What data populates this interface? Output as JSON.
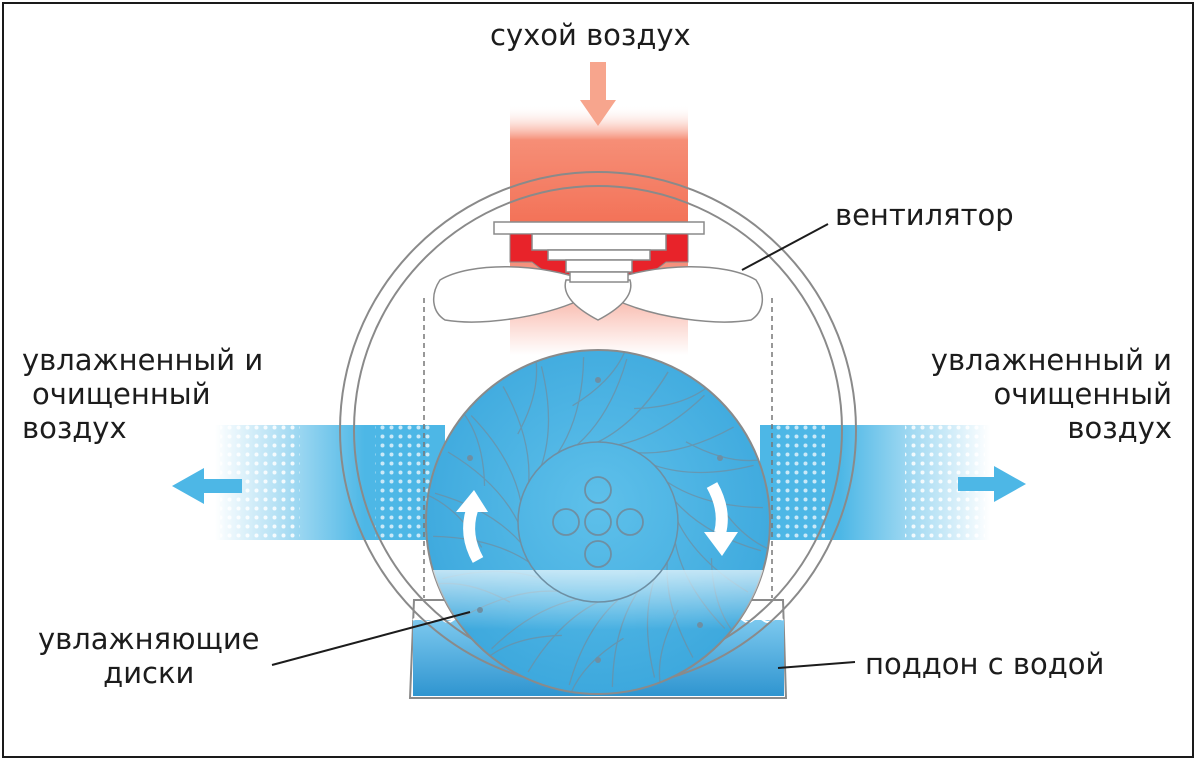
{
  "labels": {
    "dry_air": "сухой воздух",
    "fan": "вентилятор",
    "left_outflow": [
      "увлажненный и",
      "очищенный",
      "воздух"
    ],
    "right_outflow": [
      "увлажненный и",
      "очищенный",
      "воздух"
    ],
    "discs": [
      "увлажняющие",
      "диски"
    ],
    "tray": "поддон с водой"
  },
  "colors": {
    "dry_air": "#f26a4f",
    "dry_air_arrow": "#f7a58d",
    "fan_mount": "#e8232a",
    "water": "#3fa9e0",
    "humid_air": "#4db7e6",
    "outline": "#8a8a8a",
    "label_text": "#1c1c1c"
  },
  "icons": {
    "rotation_left": "arrow-up-curved-icon",
    "rotation_right": "arrow-down-curved-icon",
    "outflow_left": "arrow-left-icon",
    "outflow_right": "arrow-right-icon",
    "inflow_top": "arrow-down-icon"
  }
}
